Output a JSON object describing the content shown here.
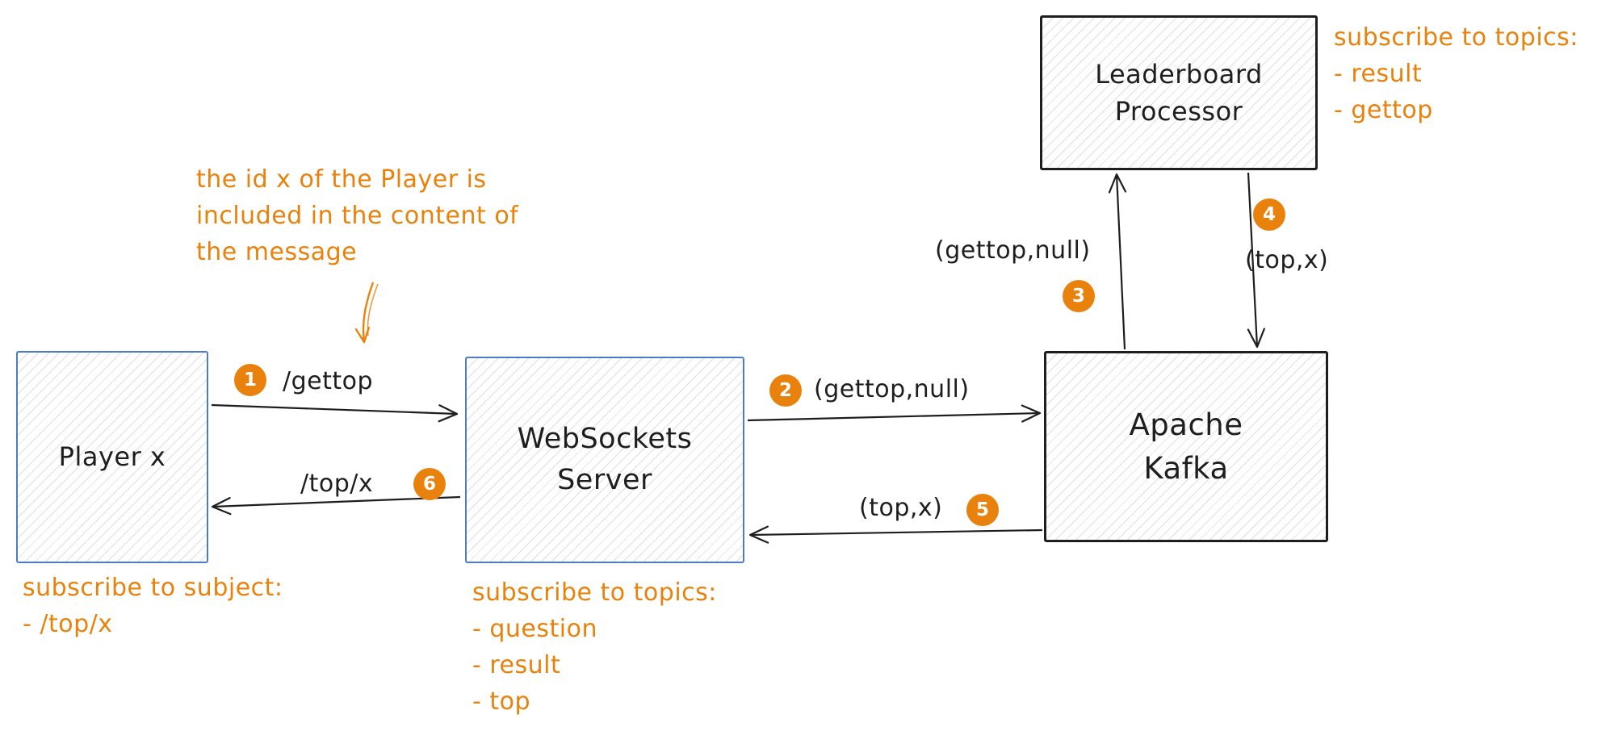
{
  "colors": {
    "accent_orange": "#e8820c",
    "node_border_blue": "#4d7cc7",
    "node_border_black": "#1e1e1e"
  },
  "nodes": {
    "player": {
      "label": "Player x"
    },
    "websockets_server": {
      "label": "WebSockets\nServer"
    },
    "apache_kafka": {
      "label": "Apache\nKafka"
    },
    "leaderboard_processor": {
      "label": "Leaderboard\nProcessor"
    }
  },
  "edges": [
    {
      "num": "1",
      "label": "/gettop"
    },
    {
      "num": "2",
      "label": "(gettop,null)"
    },
    {
      "num": "3",
      "label": "(gettop,null)"
    },
    {
      "num": "4",
      "label": "(top,x)"
    },
    {
      "num": "5",
      "label": "(top,x)"
    },
    {
      "num": "6",
      "label": "/top/x"
    }
  ],
  "notes": {
    "message_annotation": "the id x of the Player is\nincluded in the content of\nthe message",
    "leaderboard_subscription": "subscribe to topics:\n- result\n- gettop",
    "player_subscription": "subscribe to subject:\n- /top/x",
    "websockets_subscription": "subscribe to topics:\n- question\n- result\n- top"
  }
}
